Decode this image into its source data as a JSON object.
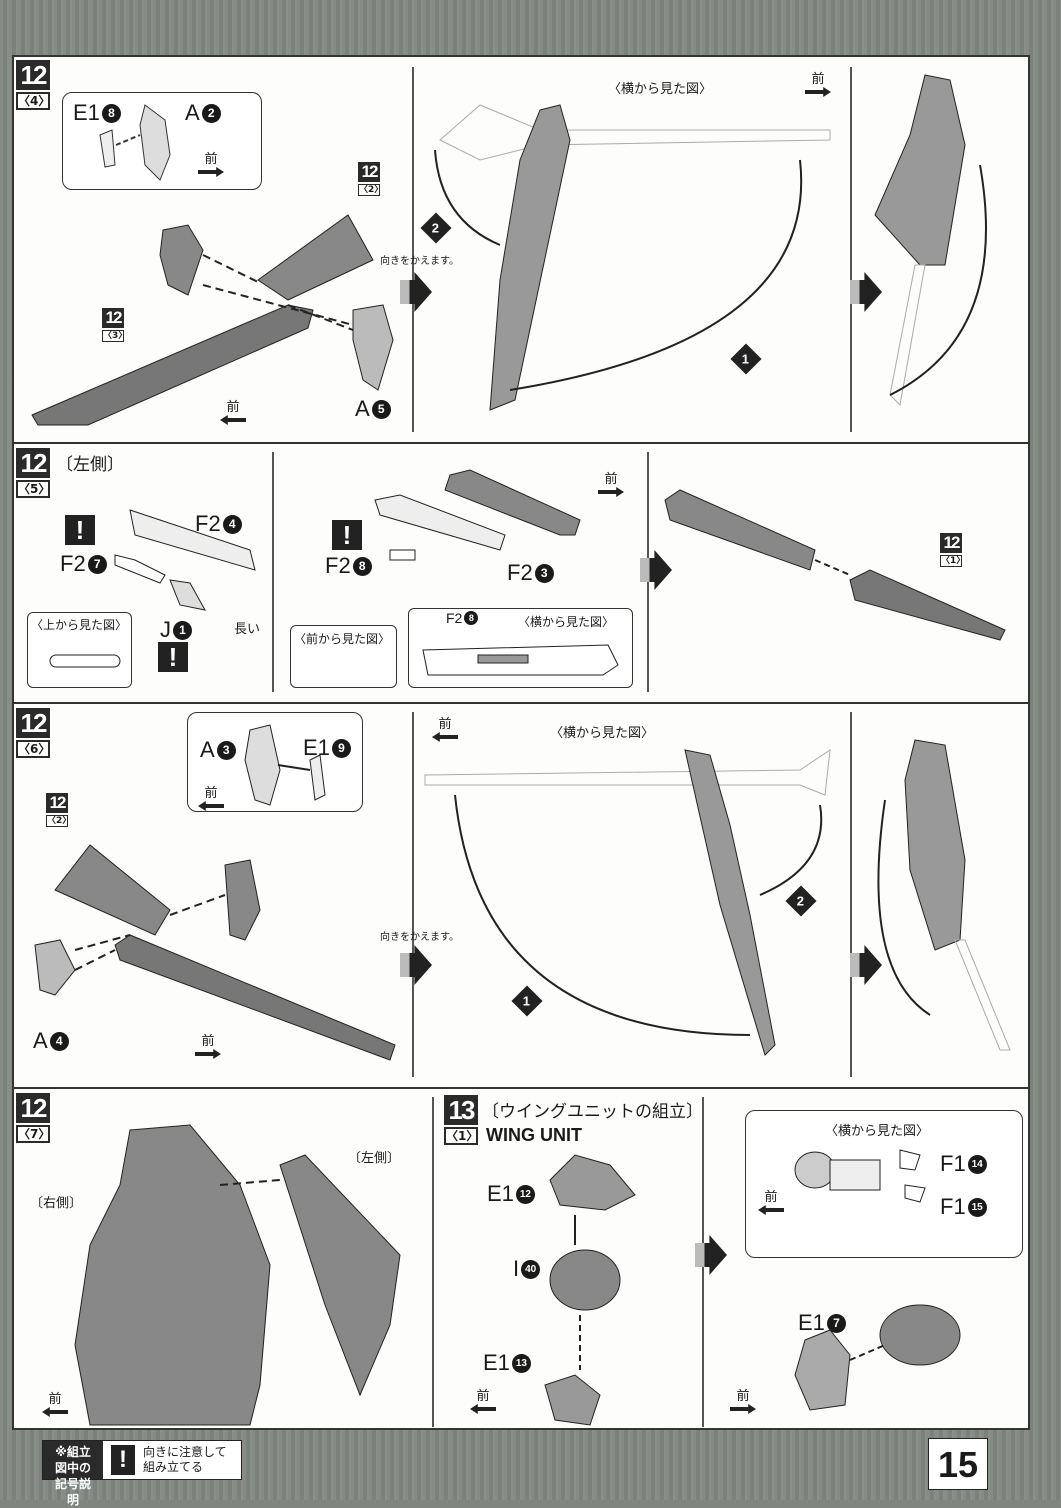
{
  "page_number": "15",
  "legend": {
    "title": "※組立図中の記号説明",
    "warn_symbol": "!",
    "warn_text": "向きに注意して組み立てる"
  },
  "common": {
    "front": "前",
    "side_view": "〈横から見た図〉",
    "turn": "向きをかえます。",
    "top_view": "〈上から見た図〉",
    "front_view": "〈前から見た図〉",
    "long": "長い",
    "left_side": "〔左側〕",
    "right_side": "〔右側〕"
  },
  "row1": {
    "step": {
      "num": "12",
      "sub": "〈4〉"
    },
    "ref_a": {
      "num": "12",
      "sub": "〈2〉"
    },
    "ref_b": {
      "num": "12",
      "sub": "〈3〉"
    },
    "parts": [
      {
        "id": "E1",
        "n": "8"
      },
      {
        "id": "A",
        "n": "2"
      },
      {
        "id": "A",
        "n": "5"
      }
    ],
    "steps": [
      "2",
      "1"
    ]
  },
  "row2": {
    "step": {
      "num": "12",
      "sub": "〈5〉",
      "title": "〔左側〕"
    },
    "ref": {
      "num": "12",
      "sub": "〈1〉"
    },
    "parts": [
      {
        "id": "F2",
        "n": "4"
      },
      {
        "id": "F2",
        "n": "7"
      },
      {
        "id": "J",
        "n": "1"
      },
      {
        "id": "F2",
        "n": "8"
      },
      {
        "id": "F2",
        "n": "3"
      },
      {
        "id": "F2",
        "n": "8"
      }
    ]
  },
  "row3": {
    "step": {
      "num": "12",
      "sub": "〈6〉"
    },
    "ref": {
      "num": "12",
      "sub": "〈2〉"
    },
    "parts": [
      {
        "id": "A",
        "n": "3"
      },
      {
        "id": "E1",
        "n": "9"
      },
      {
        "id": "A",
        "n": "4"
      }
    ],
    "steps": [
      "2",
      "1"
    ]
  },
  "row4": {
    "step": {
      "num": "12",
      "sub": "〈7〉"
    },
    "step13": {
      "num": "13",
      "sub": "〈1〉",
      "title": "〔ウイングユニットの組立〕",
      "subtitle": "WING UNIT"
    },
    "parts": [
      {
        "id": "E1",
        "n": "12"
      },
      {
        "id": "I",
        "n": "40"
      },
      {
        "id": "E1",
        "n": "13"
      },
      {
        "id": "F1",
        "n": "14"
      },
      {
        "id": "F1",
        "n": "15"
      },
      {
        "id": "E1",
        "n": "7"
      }
    ]
  }
}
